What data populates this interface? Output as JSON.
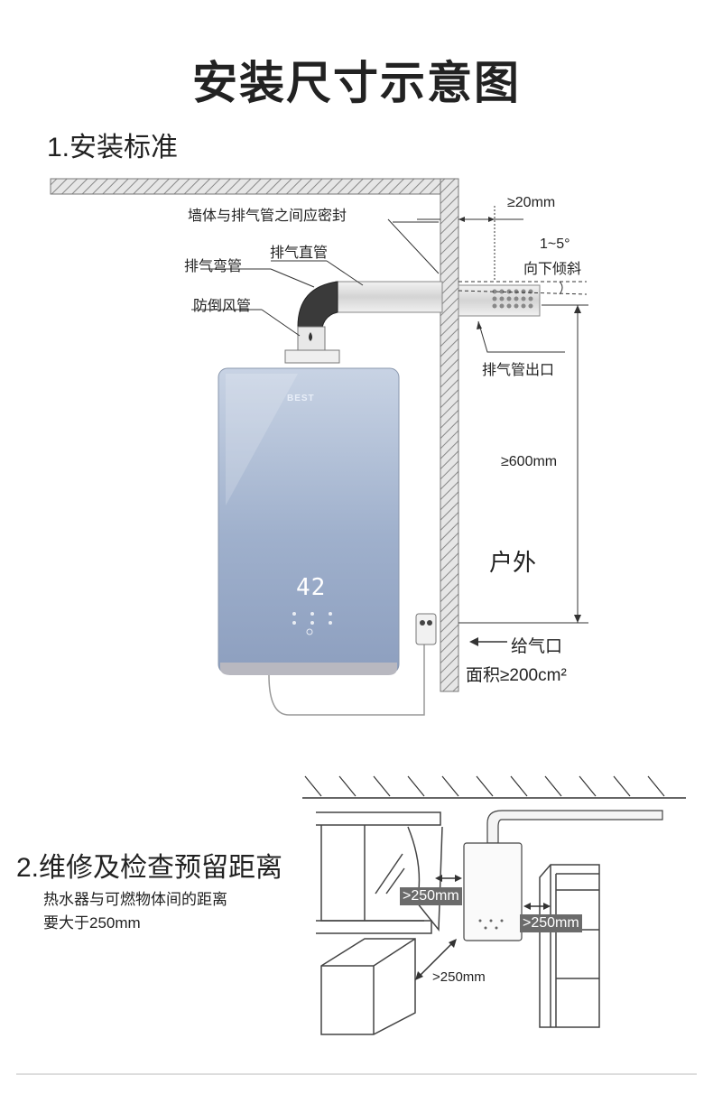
{
  "title": "安装尺寸示意图",
  "section1": {
    "heading": "1.安装标准",
    "labels": {
      "seal": "墙体与排气管之间应密封",
      "straight_pipe": "排气直管",
      "elbow_pipe": "排气弯管",
      "anti_backdraft": "防倒风管",
      "clearance": "≥20mm",
      "tilt_range": "1~5°",
      "tilt_dir": "向下倾斜",
      "outlet": "排气管出口",
      "height": "≥600mm",
      "outdoor": "户外",
      "inlet": "给气口",
      "inlet_area": "面积≥200cm²"
    },
    "heater": {
      "brand": "BEST",
      "display": "42"
    }
  },
  "section2": {
    "heading": "2.维修及检查预留距离",
    "note_line1": "热水器与可燃物体间的距离",
    "note_line2": "要大于250mm",
    "dist_left": ">250mm",
    "dist_right": ">250mm",
    "dist_front": ">250mm"
  }
}
